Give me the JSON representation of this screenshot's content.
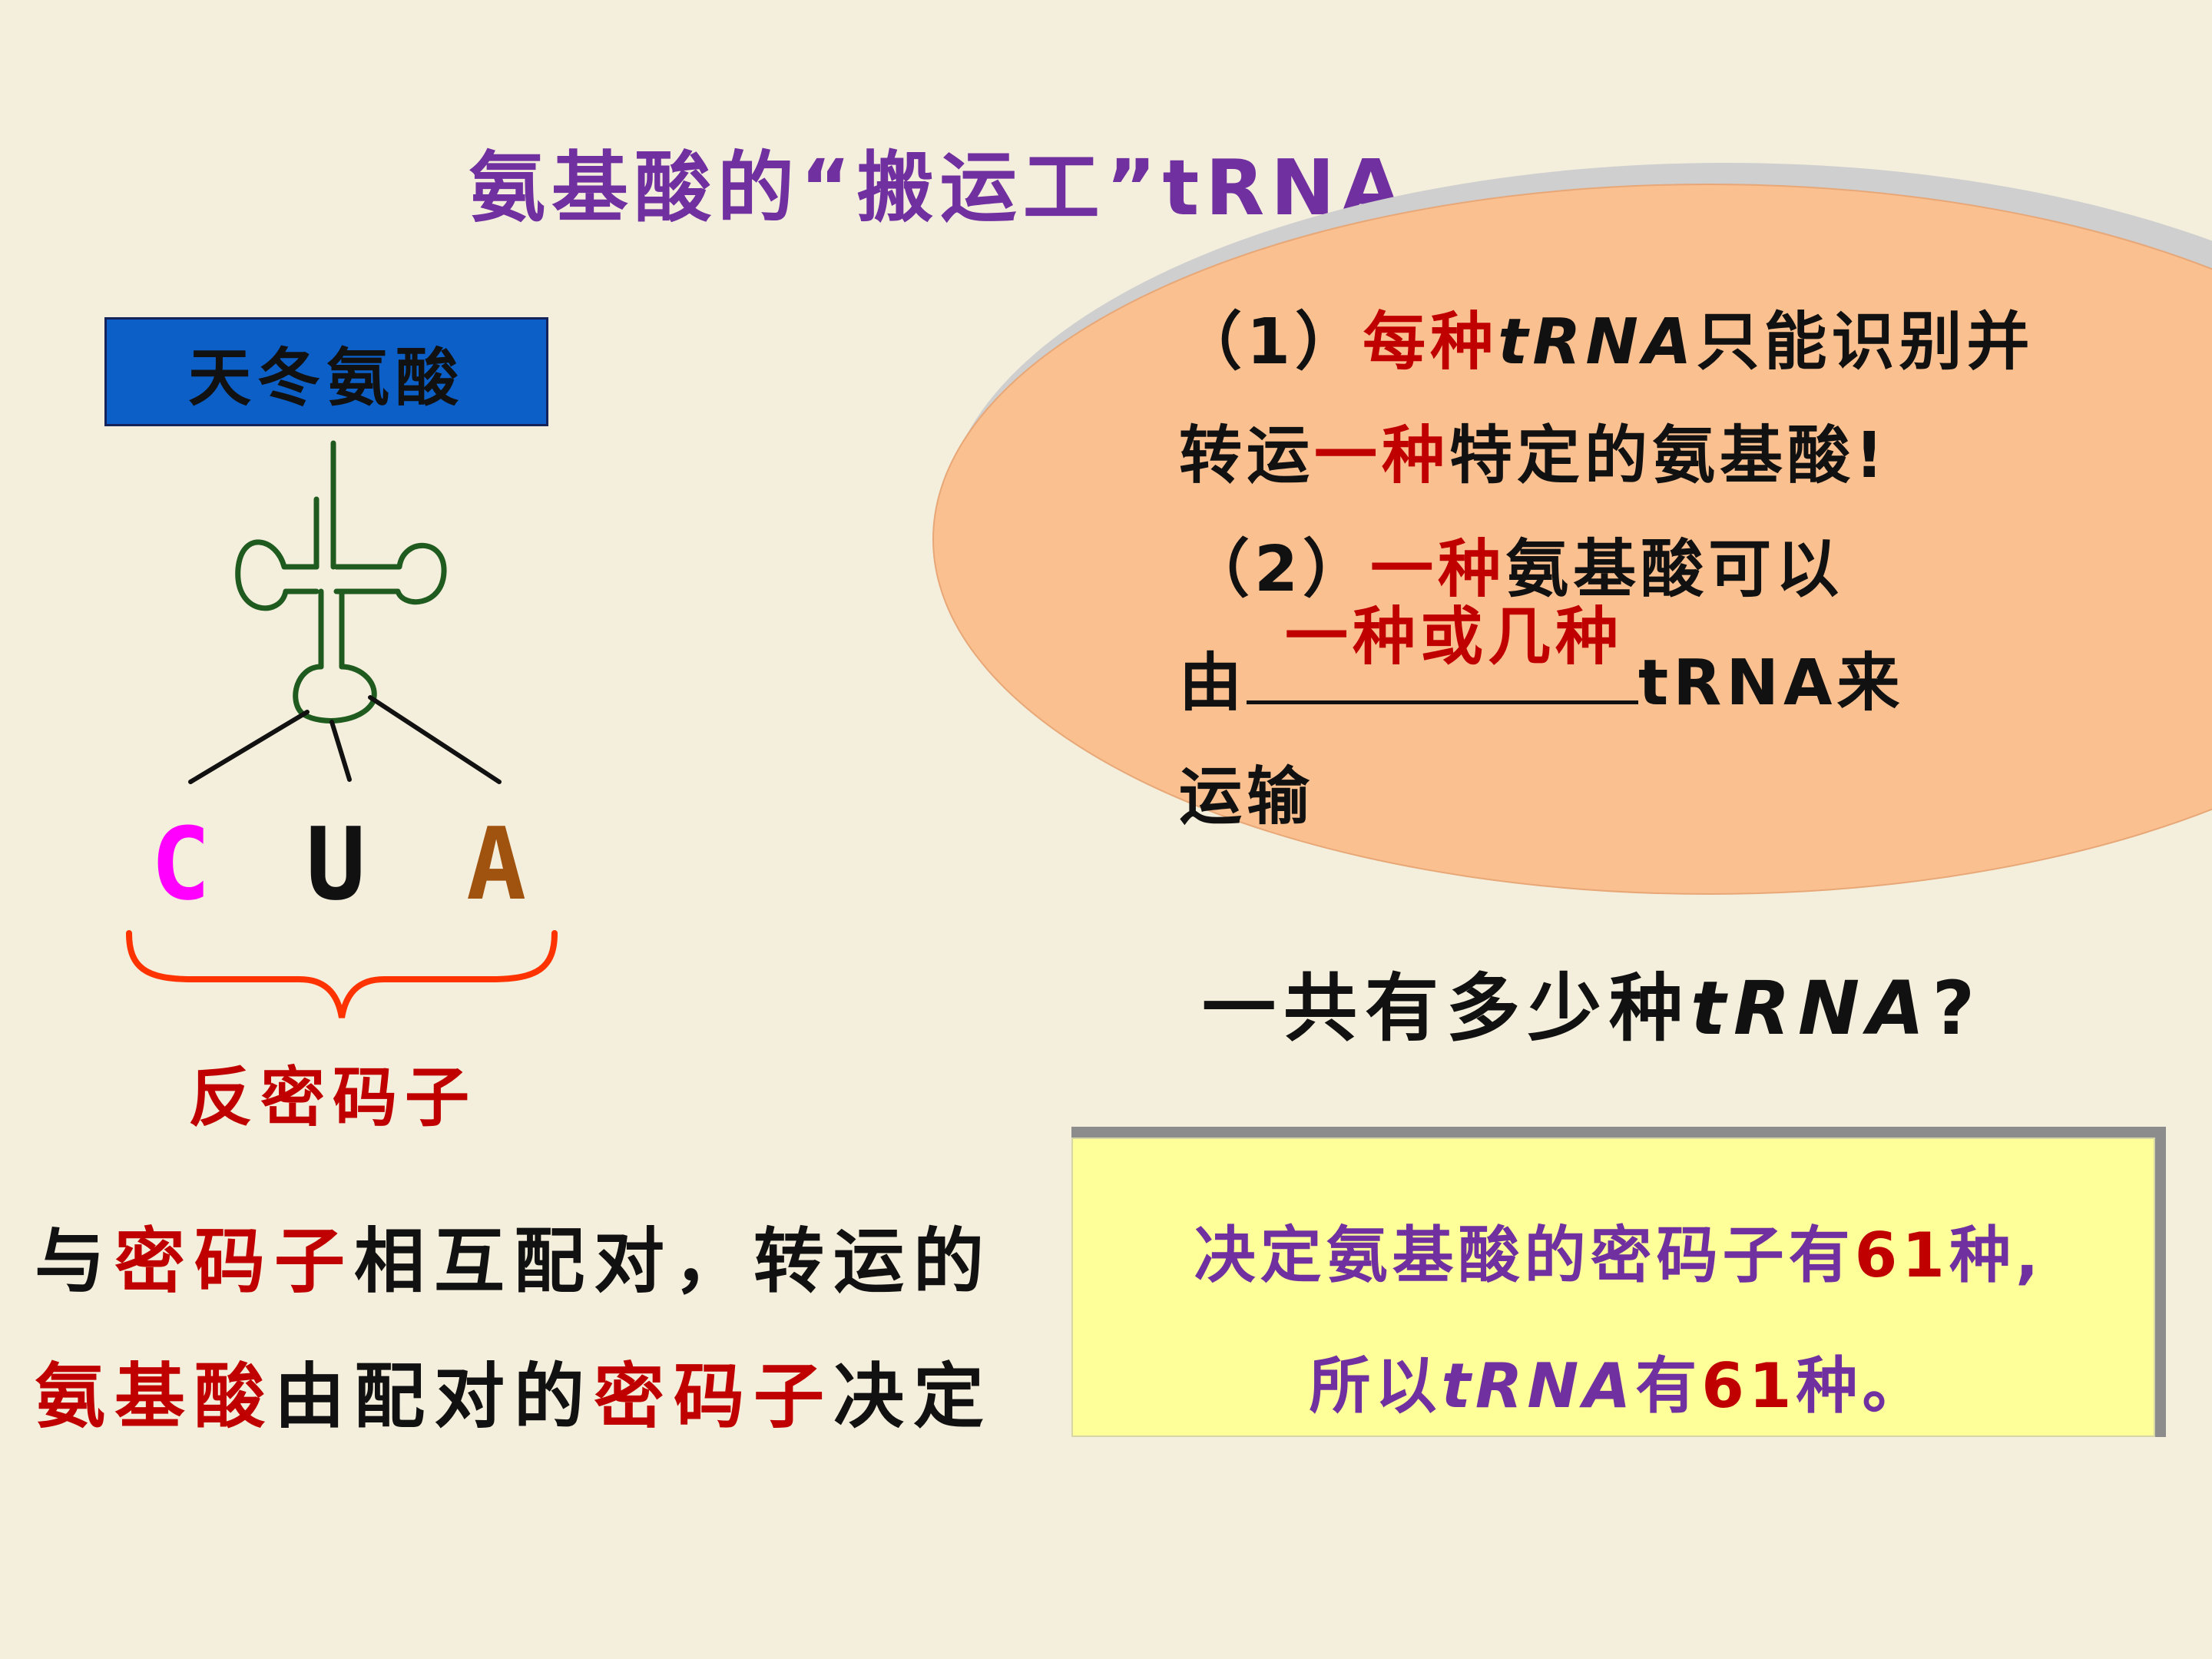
{
  "slide": {
    "title": "氨基酸的“搬运工”tRNA",
    "amino_acid": "天冬氨酸",
    "anticodon_bases": [
      "C",
      "U",
      "A"
    ],
    "base_colors": [
      "#ff00ff",
      "#111111",
      "#a0520f"
    ],
    "anticodon_label": "反密码子",
    "pairing_text": {
      "p1": "与",
      "p2": "密码子",
      "p3": "相互配对，转运的",
      "p4": "氨基酸",
      "p5": "由配对的",
      "p6": "密码子",
      "p7": "决定"
    },
    "oval": {
      "l1_a": "（1）",
      "l1_b": "每种",
      "l1_c": "tRNA",
      "l1_d": "只能识别并",
      "l2_a": "转运",
      "l2_b": "一种",
      "l2_c": "特定的氨基酸!",
      "l3_a": "（2）",
      "l3_b": "一种",
      "l3_c": "氨基酸可以",
      "l4_a": "由",
      "l4_blank": "一种或几种",
      "l4_b": "tRNA来",
      "l5": "运输"
    },
    "question": {
      "a": "一共有多少种",
      "b": "tRNA",
      "c": "?"
    },
    "answer": {
      "line1_a": "决定氨基酸的密码子有",
      "line1_num": "61",
      "line1_b": "种,",
      "line2_a": "所以",
      "line2_it": "tRNA",
      "line2_b": "有",
      "line2_num": "61",
      "line2_c": "种。"
    },
    "colors": {
      "title": "#7030a0",
      "highlight": "#c00000",
      "oval_fill": "#fac090",
      "answer_box": "#ffff99",
      "trna_stroke": "#1f5a1f",
      "brace": "#ff3300"
    }
  }
}
